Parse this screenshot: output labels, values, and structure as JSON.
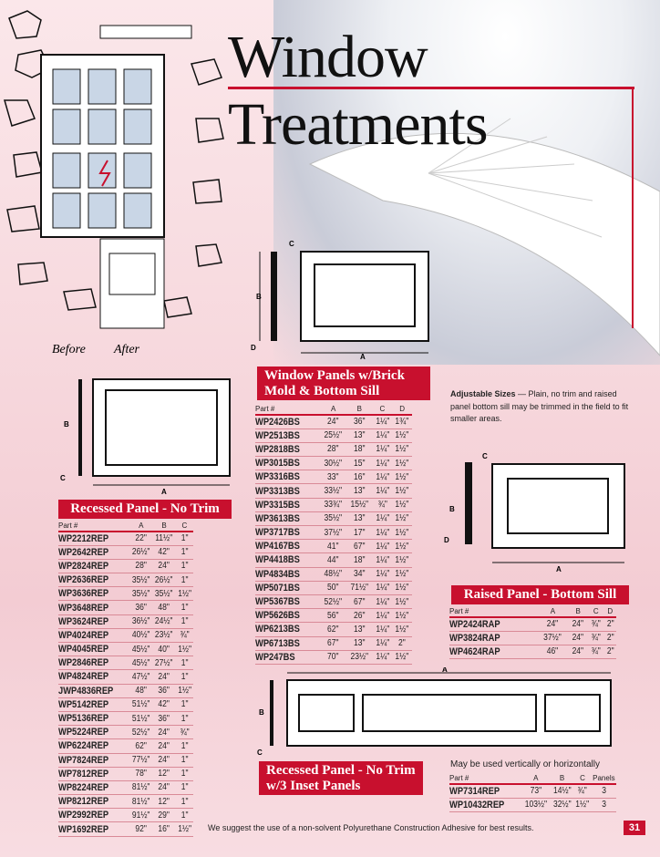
{
  "title": {
    "line1": "Window",
    "line2": "Treatments"
  },
  "captions": {
    "before": "Before",
    "after": "After"
  },
  "adjustable": {
    "label": "Adjustable Sizes",
    "text": " — Plain, no trim and raised panel bottom sill may be trimmed in the field to fit smaller areas."
  },
  "dims": {
    "a": "A",
    "b": "B",
    "c": "C",
    "d": "D"
  },
  "brick": {
    "title": "Window Panels w/Brick Mold & Bottom Sill",
    "headers": [
      "Part #",
      "A",
      "B",
      "C",
      "D"
    ],
    "rows": [
      [
        "WP2426BS",
        "24\"",
        "36\"",
        "1¼\"",
        "1¾\""
      ],
      [
        "WP2513BS",
        "25½\"",
        "13\"",
        "1¼\"",
        "1½\""
      ],
      [
        "WP2818BS",
        "28\"",
        "18\"",
        "1¼\"",
        "1½\""
      ],
      [
        "WP3015BS",
        "30½\"",
        "15\"",
        "1¼\"",
        "1½\""
      ],
      [
        "WP3316BS",
        "33\"",
        "16\"",
        "1¼\"",
        "1½\""
      ],
      [
        "WP3313BS",
        "33½\"",
        "13\"",
        "1¼\"",
        "1½\""
      ],
      [
        "WP3315BS",
        "33¾\"",
        "15½\"",
        "¾\"",
        "1½\""
      ],
      [
        "WP3613BS",
        "35½\"",
        "13\"",
        "1¼\"",
        "1½\""
      ],
      [
        "WP3717BS",
        "37½\"",
        "17\"",
        "1¼\"",
        "1½\""
      ],
      [
        "WP4167BS",
        "41\"",
        "67\"",
        "1¼\"",
        "1½\""
      ],
      [
        "WP4418BS",
        "44\"",
        "18\"",
        "1¼\"",
        "1½\""
      ],
      [
        "WP4834BS",
        "48½\"",
        "34\"",
        "1¼\"",
        "1½\""
      ],
      [
        "WP5071BS",
        "50\"",
        "71½\"",
        "1¼\"",
        "1½\""
      ],
      [
        "WP5367BS",
        "52½\"",
        "67\"",
        "1¼\"",
        "1½\""
      ],
      [
        "WP5626BS",
        "56\"",
        "26\"",
        "1¼\"",
        "1½\""
      ],
      [
        "WP6213BS",
        "62\"",
        "13\"",
        "1¼\"",
        "1½\""
      ],
      [
        "WP6713BS",
        "67\"",
        "13\"",
        "1¼\"",
        "2\""
      ],
      [
        "WP247BS",
        "70\"",
        "23½\"",
        "1¼\"",
        "1½\""
      ]
    ]
  },
  "recessed": {
    "title": "Recessed Panel - No Trim",
    "headers": [
      "Part #",
      "A",
      "B",
      "C"
    ],
    "rows": [
      [
        "WP2212REP",
        "22\"",
        "11½\"",
        "1\""
      ],
      [
        "WP2642REP",
        "26½\"",
        "42\"",
        "1\""
      ],
      [
        "WP2824REP",
        "28\"",
        "24\"",
        "1\""
      ],
      [
        "WP2636REP",
        "35½\"",
        "26½\"",
        "1\""
      ],
      [
        "WP3636REP",
        "35½\"",
        "35½\"",
        "1½\""
      ],
      [
        "WP3648REP",
        "36\"",
        "48\"",
        "1\""
      ],
      [
        "WP3624REP",
        "36½\"",
        "24½\"",
        "1\""
      ],
      [
        "WP4024REP",
        "40½\"",
        "23½\"",
        "¾\""
      ],
      [
        "WP4045REP",
        "45½\"",
        "40\"",
        "1½\""
      ],
      [
        "WP2846REP",
        "45½\"",
        "27½\"",
        "1\""
      ],
      [
        "WP4824REP",
        "47½\"",
        "24\"",
        "1\""
      ],
      [
        "JWP4836REP",
        "48\"",
        "36\"",
        "1½\""
      ],
      [
        "WP5142REP",
        "51½\"",
        "42\"",
        "1\""
      ],
      [
        "WP5136REP",
        "51½\"",
        "36\"",
        "1\""
      ],
      [
        "WP5224REP",
        "52½\"",
        "24\"",
        "¾\""
      ],
      [
        "WP6224REP",
        "62\"",
        "24\"",
        "1\""
      ],
      [
        "WP7824REP",
        "77½\"",
        "24\"",
        "1\""
      ],
      [
        "WP7812REP",
        "78\"",
        "12\"",
        "1\""
      ],
      [
        "WP8224REP",
        "81½\"",
        "24\"",
        "1\""
      ],
      [
        "WP8212REP",
        "81½\"",
        "12\"",
        "1\""
      ],
      [
        "WP2992REP",
        "91½\"",
        "29\"",
        "1\""
      ],
      [
        "WP1692REP",
        "92\"",
        "16\"",
        "1½\""
      ]
    ]
  },
  "raised": {
    "title": "Raised Panel - Bottom Sill",
    "headers": [
      "Part #",
      "A",
      "B",
      "C",
      "D"
    ],
    "rows": [
      [
        "WP2424RAP",
        "24\"",
        "24\"",
        "¾\"",
        "2\""
      ],
      [
        "WP3824RAP",
        "37½\"",
        "24\"",
        "¾\"",
        "2\""
      ],
      [
        "WP4624RAP",
        "46\"",
        "24\"",
        "¾\"",
        "2\""
      ]
    ]
  },
  "inset": {
    "title1": "Recessed Panel - No Trim",
    "title2": "w/3 Inset Panels",
    "note": "May be used vertically or horizontally",
    "headers": [
      "Part #",
      "A",
      "B",
      "C",
      "Panels"
    ],
    "rows": [
      [
        "WP7314REP",
        "73\"",
        "14½\"",
        "¾\"",
        "3"
      ],
      [
        "WP10432REP",
        "103½\"",
        "32½\"",
        "1½\"",
        "3"
      ]
    ]
  },
  "footer": "We suggest the use of a non-solvent Polyurethane Construction Adhesive for best results.",
  "page_number": "31"
}
